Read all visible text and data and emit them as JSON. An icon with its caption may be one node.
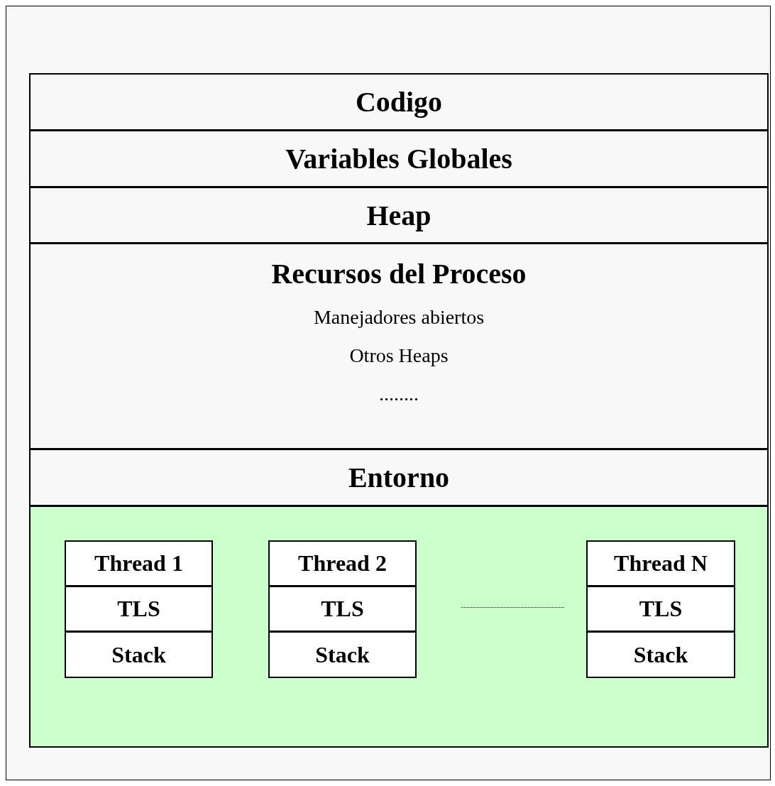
{
  "diagram": {
    "nodes": [
      {
        "text": [
          "Codigo"
        ]
      },
      {
        "text": [
          "Variables Globales"
        ]
      },
      {
        "text": [
          "Heap"
        ]
      },
      {
        "text": [
          "Recursos del Proceso",
          "Manejadores abiertos",
          "Otros Heaps",
          "........"
        ]
      },
      {
        "text": [
          "Entorno"
        ]
      },
      {
        "text": [],
        "shape": "box"
      },
      {
        "text": [
          "Thread 1"
        ],
        "in": 5
      },
      {
        "text": [
          "TLS"
        ],
        "in": 5
      },
      {
        "text": [
          "Stack"
        ],
        "in": 5
      },
      {
        "text": [
          "Thread 2"
        ],
        "in": 5
      },
      {
        "text": [
          "TLS"
        ],
        "in": 5
      },
      {
        "text": [
          "Stack"
        ],
        "in": 5
      },
      {
        "text": [
          "Thread N"
        ],
        "in": 5
      },
      {
        "text": [
          "TLS"
        ],
        "in": 5
      },
      {
        "text": [
          "Stack"
        ],
        "in": 5
      }
    ]
  }
}
